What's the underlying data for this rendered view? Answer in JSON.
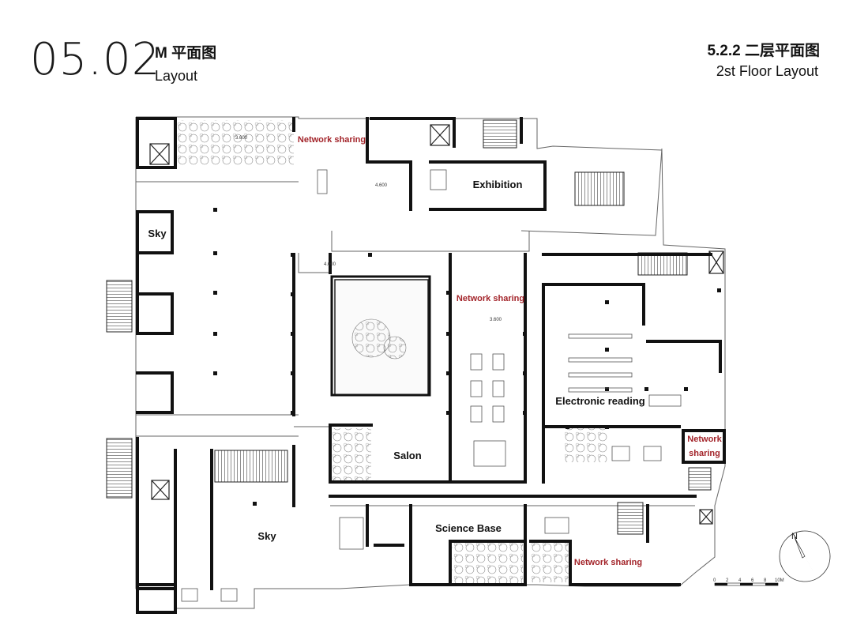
{
  "header": {
    "number": "05.02",
    "title_cn": "M 平面图",
    "title_en": "Layout",
    "section_cn": "5.2.2 二层平面图",
    "section_en": "2st Floor Layout"
  },
  "rooms": {
    "sky_upper": "Sky",
    "sky_lower": "Sky",
    "exhibition": "Exhibition",
    "electronic_reading": "Electronic reading",
    "salon": "Salon",
    "science_base": "Science Base"
  },
  "network_labels": {
    "top": "Network sharing",
    "middle": "Network sharing",
    "bottom": "Network sharing",
    "right_line1": "Network",
    "right_line2": "sharing"
  },
  "levels": {
    "top_left": "3.600",
    "exhibition_area": "4.600",
    "atrium": "4.600",
    "middle": "3.600"
  },
  "north_label": "N",
  "scale_ticks": [
    "0",
    "2",
    "4",
    "6",
    "8",
    "10M"
  ],
  "colors": {
    "wall": "#111111",
    "network_label": "#a3242a",
    "outline": "#666666"
  }
}
